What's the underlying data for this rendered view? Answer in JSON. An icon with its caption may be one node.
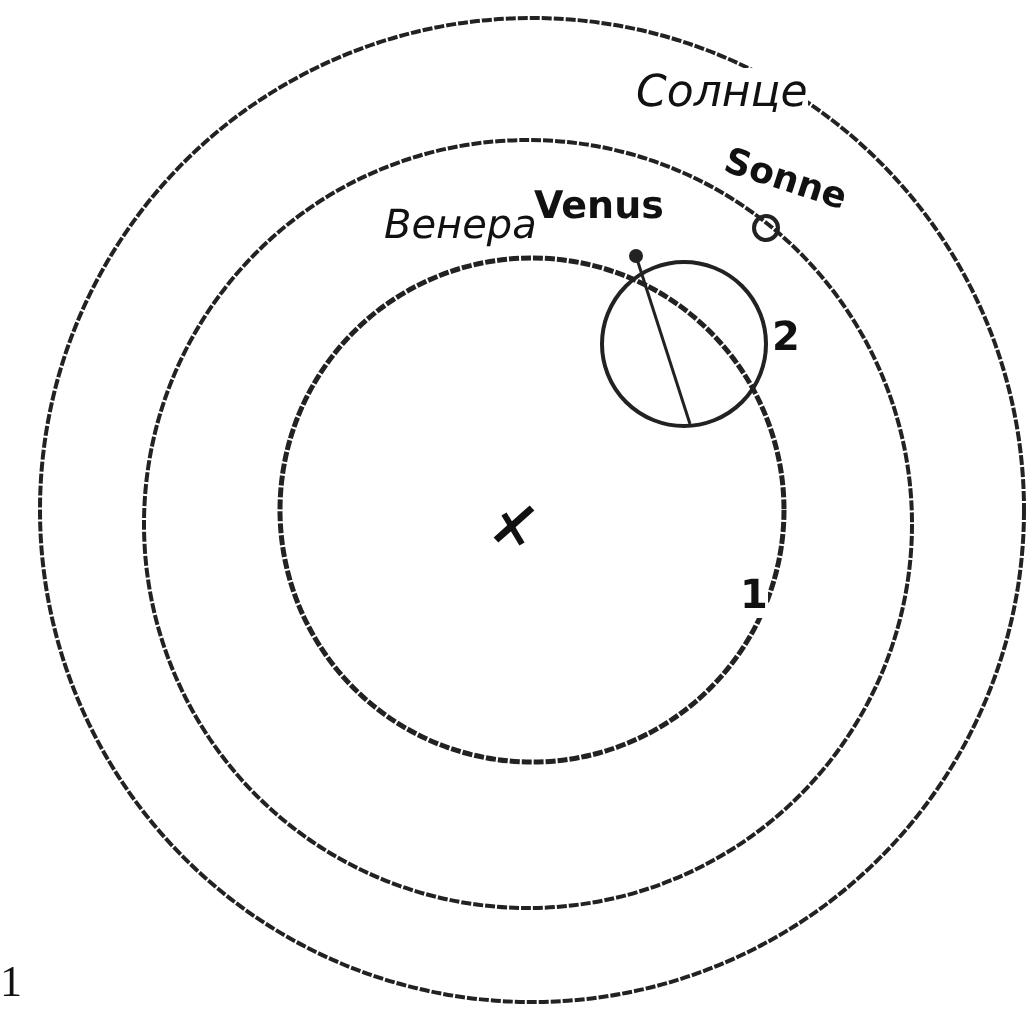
{
  "diagram": {
    "labels": [
      "Солнце",
      "Sonne",
      "Венера",
      "Venus",
      "2",
      "1",
      "1"
    ]
  }
}
